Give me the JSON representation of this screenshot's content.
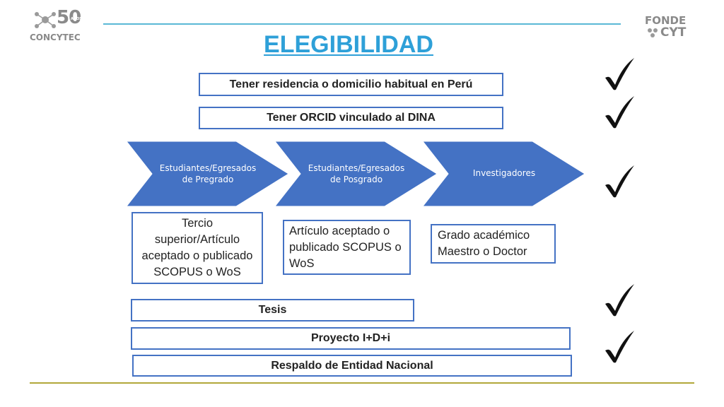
{
  "logos": {
    "left": {
      "anniversary": "50",
      "small": "AÑOS",
      "name": "CONCYTEC"
    },
    "right": {
      "line1": "FONDE",
      "line2": "CYT"
    }
  },
  "title": "ELEGIBILIDAD",
  "requirements": {
    "residence": "Tener residencia o domicilio habitual en Perú",
    "orcid": "Tener ORCID vinculado al DINA",
    "thesis": "Tesis",
    "project": "Proyecto I+D+i",
    "institution": "Respaldo de Entidad Nacional"
  },
  "process": {
    "steps": [
      {
        "line1": "Estudiantes/Egresados",
        "line2": "de Pregrado"
      },
      {
        "line1": "Estudiantes/Egresados",
        "line2": "de Posgrado"
      },
      {
        "line1": "Investigadores",
        "line2": ""
      }
    ],
    "color": "#4472c4"
  },
  "criteria": {
    "pregrado": [
      "Tercio",
      "superior/Artículo",
      "aceptado o publicado",
      "SCOPUS o WoS"
    ],
    "posgrado": [
      "Artículo aceptado o",
      "publicado SCOPUS o",
      "WoS"
    ],
    "investigadores": [
      "Grado académico",
      "Maestro o Doctor"
    ]
  },
  "icons": [
    "checkmark-icon",
    "checkmark-icon",
    "checkmark-icon",
    "checkmark-icon",
    "checkmark-icon"
  ],
  "colors": {
    "accent": "#4472c4",
    "title": "#2ea0d8",
    "top_rule": "#5bb8d6",
    "bottom_rule": "#b2a83a",
    "logo": "#8a8a8a"
  }
}
